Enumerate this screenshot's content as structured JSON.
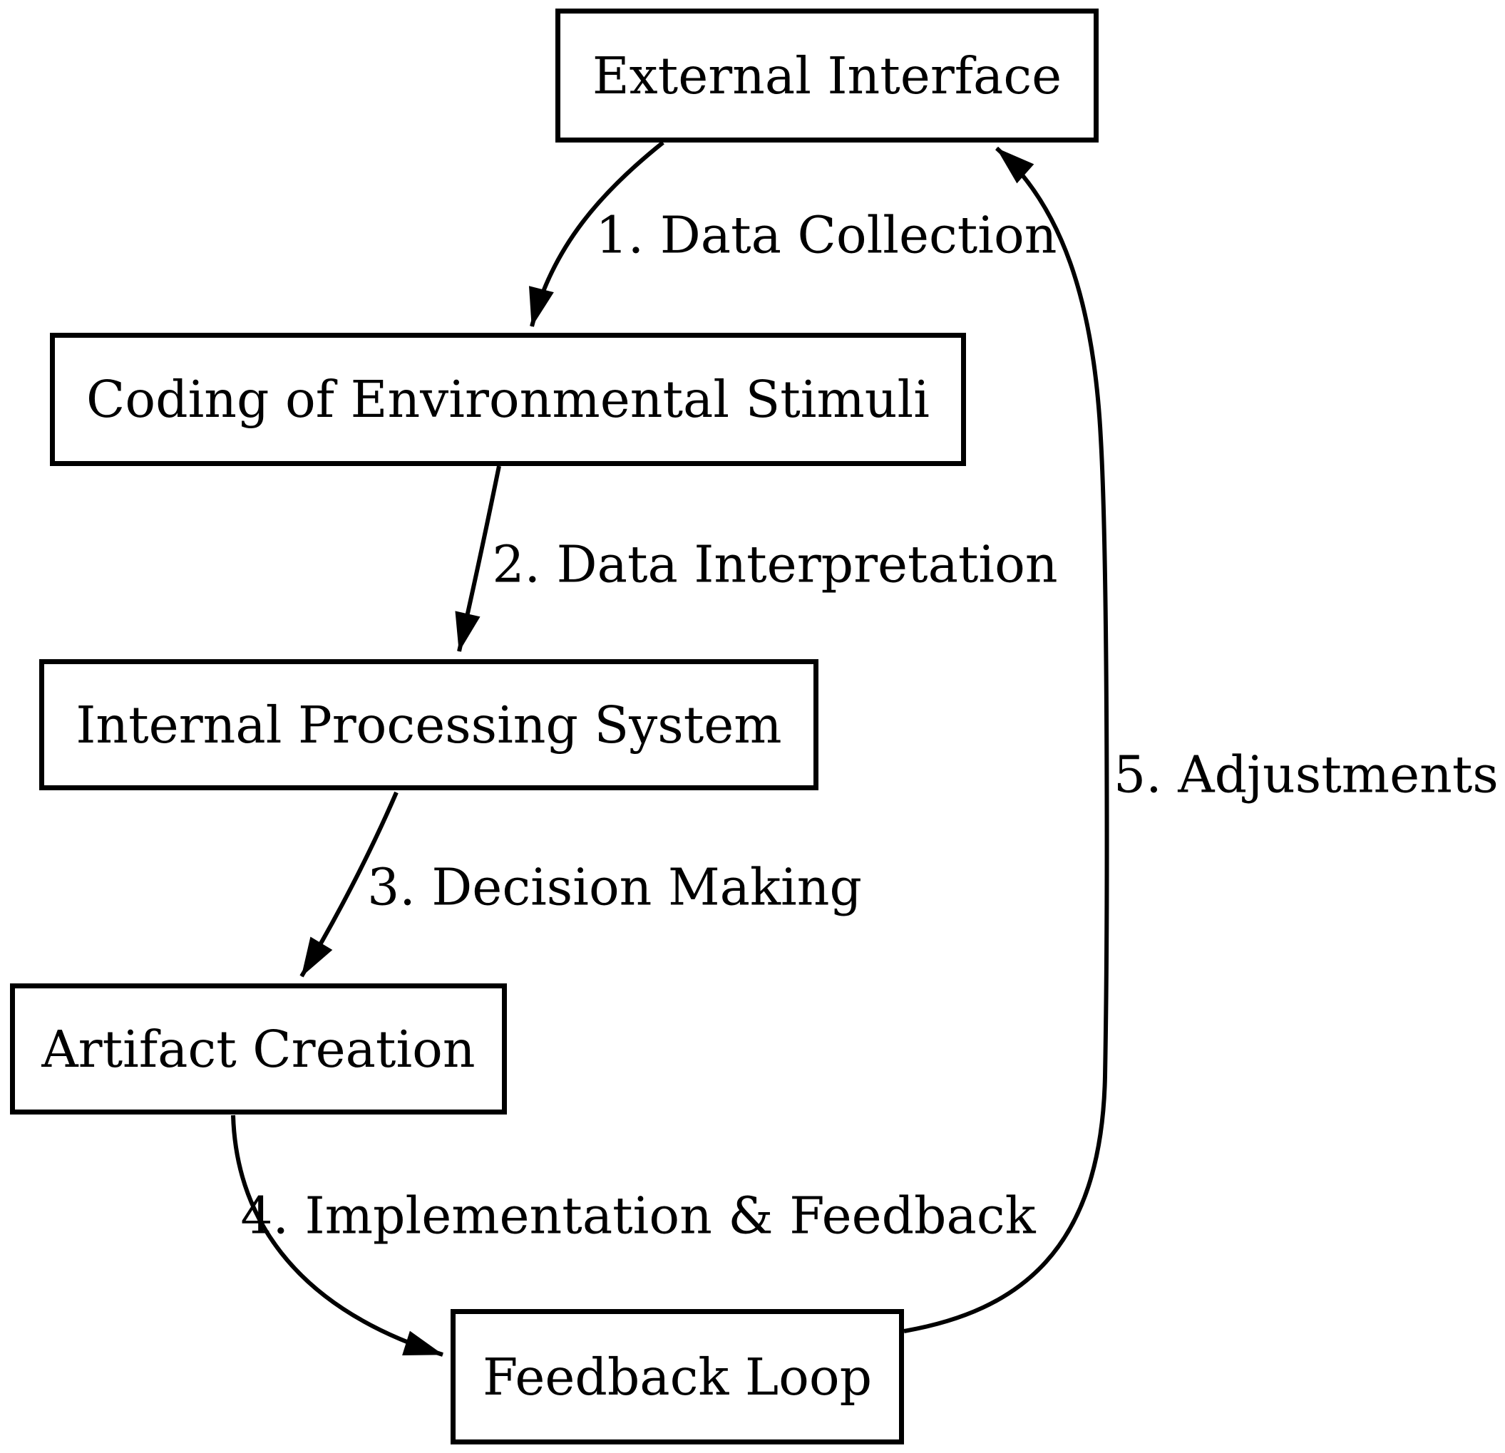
{
  "diagram": {
    "type": "flowchart-cycle",
    "colors": {
      "background": "#ffffff",
      "stroke": "#000000",
      "text": "#000000"
    },
    "nodes": {
      "external_interface": {
        "label": "External Interface"
      },
      "coding_stimuli": {
        "label": "Coding of Environmental Stimuli"
      },
      "internal_processing": {
        "label": "Internal Processing System"
      },
      "artifact_creation": {
        "label": "Artifact Creation"
      },
      "feedback_loop": {
        "label": "Feedback Loop"
      }
    },
    "edges": {
      "data_collection": {
        "label": "1. Data Collection",
        "from": "External Interface",
        "to": "Coding of Environmental Stimuli"
      },
      "data_interpretation": {
        "label": "2. Data Interpretation",
        "from": "Coding of Environmental Stimuli",
        "to": "Internal Processing System"
      },
      "decision_making": {
        "label": "3. Decision Making",
        "from": "Internal Processing System",
        "to": "Artifact Creation"
      },
      "implementation_feedback": {
        "label": "4. Implementation & Feedback",
        "from": "Artifact Creation",
        "to": "Feedback Loop"
      },
      "adjustments": {
        "label": "5. Adjustments",
        "from": "Feedback Loop",
        "to": "External Interface"
      }
    }
  }
}
